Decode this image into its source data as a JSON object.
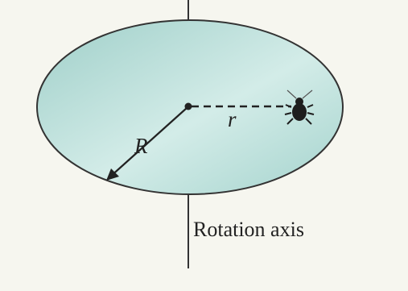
{
  "diagram": {
    "labels": {
      "disk_radius": "R",
      "bug_distance": "r",
      "axis": "Rotation axis"
    },
    "icons": {
      "bug": "bug-icon"
    },
    "colors": {
      "background": "#f6f6ef",
      "disk_fill_light": "#d3ece8",
      "disk_fill_dark": "#9fcfc9",
      "stroke": "#333333"
    }
  }
}
